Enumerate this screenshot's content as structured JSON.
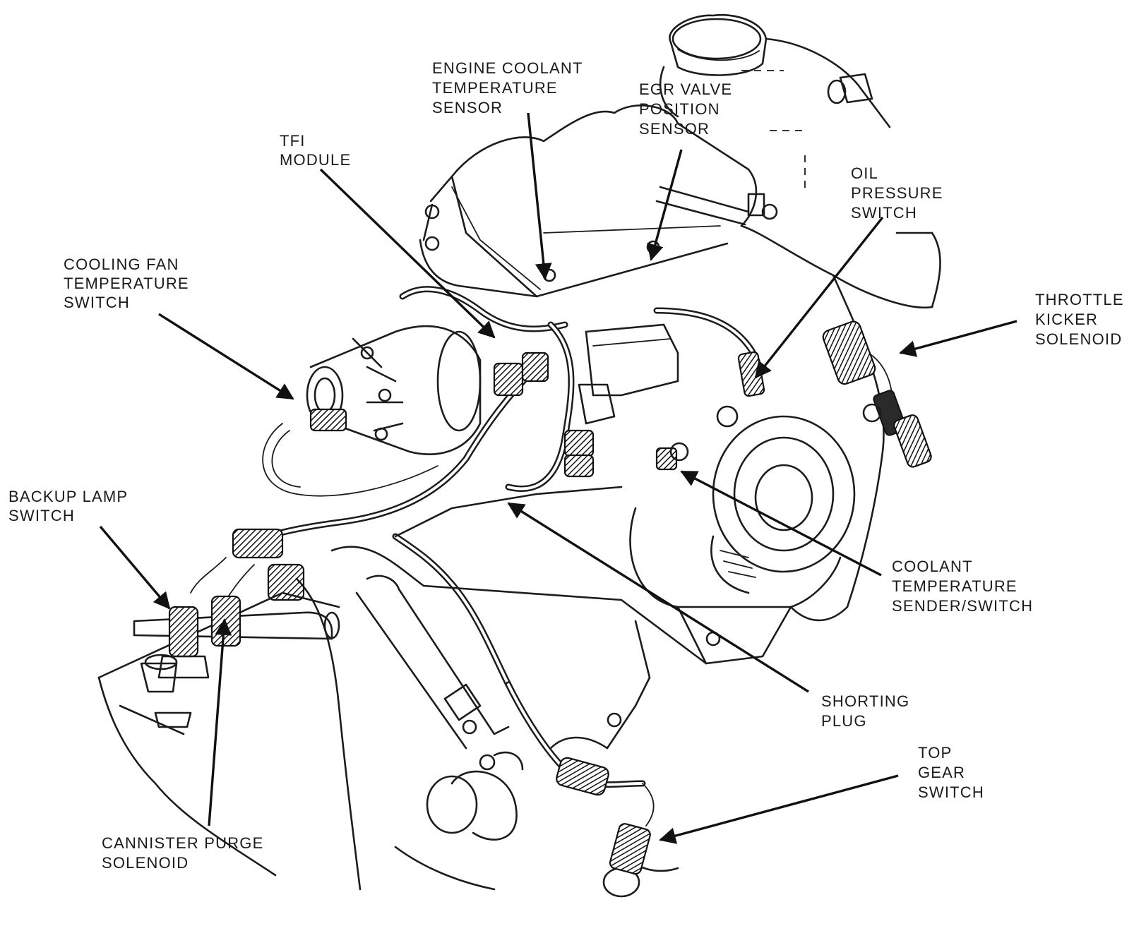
{
  "labels": {
    "engine_coolant_temperature_sensor": [
      "ENGINE COOLANT",
      "TEMPERATURE",
      "SENSOR"
    ],
    "egr_valve_position_sensor": [
      "EGR VALVE",
      "POSITION",
      "SENSOR"
    ],
    "tfi_module": [
      "TFI",
      "MODULE"
    ],
    "oil_pressure_switch": [
      "OIL",
      "PRESSURE",
      "SWITCH"
    ],
    "cooling_fan_temperature_switch": [
      "COOLING FAN",
      "TEMPERATURE",
      "SWITCH"
    ],
    "throttle_kicker_solenoid": [
      "THROTTLE",
      "KICKER",
      "SOLENOID"
    ],
    "backup_lamp_switch": [
      "BACKUP LAMP",
      "SWITCH"
    ],
    "coolant_temperature_sender_switch": [
      "COOLANT",
      "TEMPERATURE",
      "SENDER/SWITCH"
    ],
    "shorting_plug": [
      "SHORTING",
      "PLUG"
    ],
    "top_gear_switch": [
      "TOP",
      "GEAR",
      "SWITCH"
    ],
    "cannister_purge_solenoid": [
      "CANNISTER PURGE",
      "SOLENOID"
    ]
  }
}
